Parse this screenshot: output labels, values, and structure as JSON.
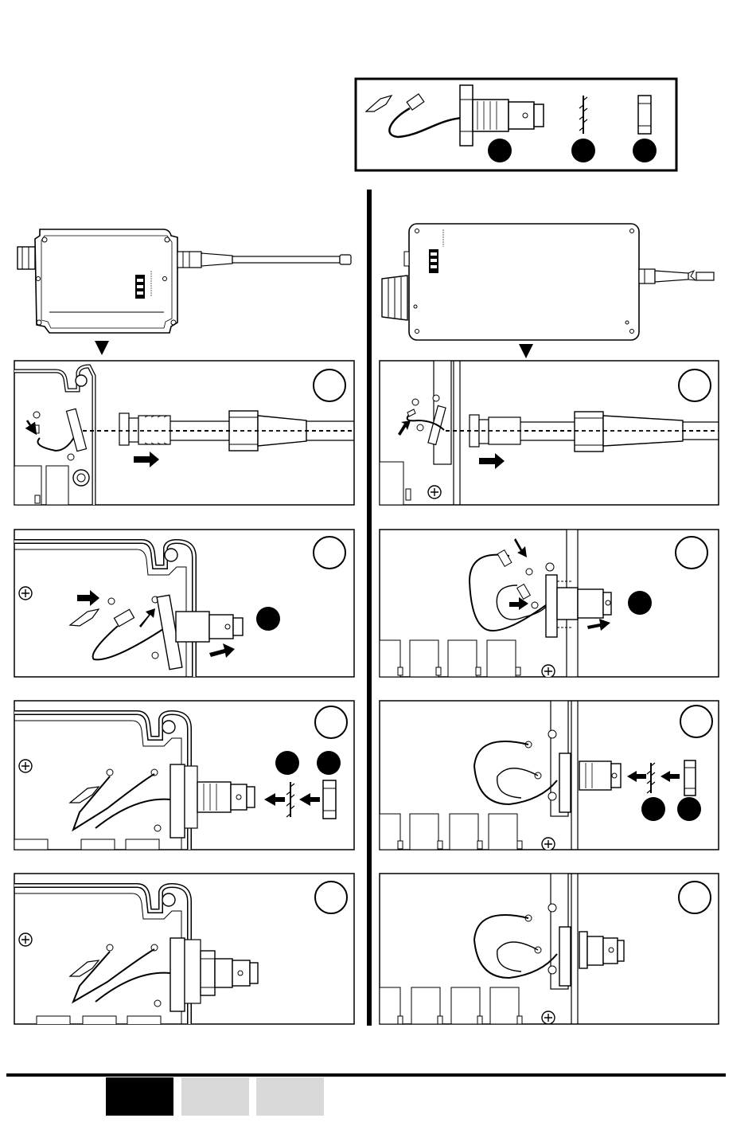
{
  "colors": {
    "ink": "#000000",
    "paper": "#ffffff",
    "tab_active": "#000000",
    "tab_inactive": "#d9d9d9"
  },
  "parts_legend": {
    "icons": [
      "antenna-wire-icon",
      "bnc-connector-icon",
      "toothed-washer-icon",
      "nut-icon"
    ]
  },
  "devices": {
    "left": {
      "brand_logo_icon": "brand-logo-icon",
      "antenna_icon": "whip-antenna-icon"
    },
    "right": {
      "brand_logo_icon": "brand-logo-icon",
      "antenna_icon": "short-antenna-icon"
    }
  },
  "steps": {
    "left": [
      "step-1",
      "step-2",
      "step-3",
      "step-4"
    ],
    "right": [
      "step-1",
      "step-2",
      "step-3",
      "step-4"
    ]
  },
  "footer_tabs": {
    "count": 3,
    "active_index": 0
  }
}
